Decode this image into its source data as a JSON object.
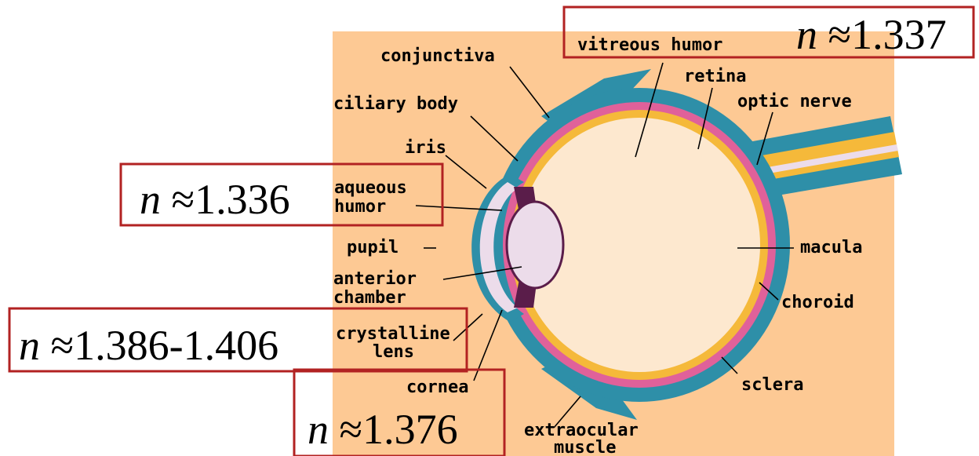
{
  "labels": {
    "conjunctiva": "conjunctiva",
    "vitreous_humor": "vitreous humor",
    "retina": "retina",
    "ciliary_body": "ciliary body",
    "optic_nerve": "optic nerve",
    "iris": "iris",
    "aqueous_humor_line1": "aqueous",
    "aqueous_humor_line2": "humor",
    "pupil": "pupil",
    "macula": "macula",
    "anterior_chamber_line1": "anterior",
    "anterior_chamber_line2": "chamber",
    "choroid": "choroid",
    "crystalline_lens_line1": "crystalline",
    "crystalline_lens_line2": "lens",
    "cornea": "cornea",
    "sclera": "sclera",
    "extraocular_muscle_line1": "extraocular",
    "extraocular_muscle_line2": "muscle"
  },
  "refractive_indices": {
    "symbol": "n",
    "approx": " ≈",
    "vitreous_humor": "1.337",
    "aqueous_humor": "1.336",
    "crystalline_lens": "1.386-1.406",
    "cornea": "1.376"
  },
  "colors": {
    "panel": "#fdc994",
    "sclera": "#2e8fa8",
    "choroid": "#e0619a",
    "retina": "#f5b93a",
    "vitreous": "#fde8cf",
    "lens": "#ecdcea",
    "iris": "#5a1d4a",
    "box": "#b22222"
  }
}
